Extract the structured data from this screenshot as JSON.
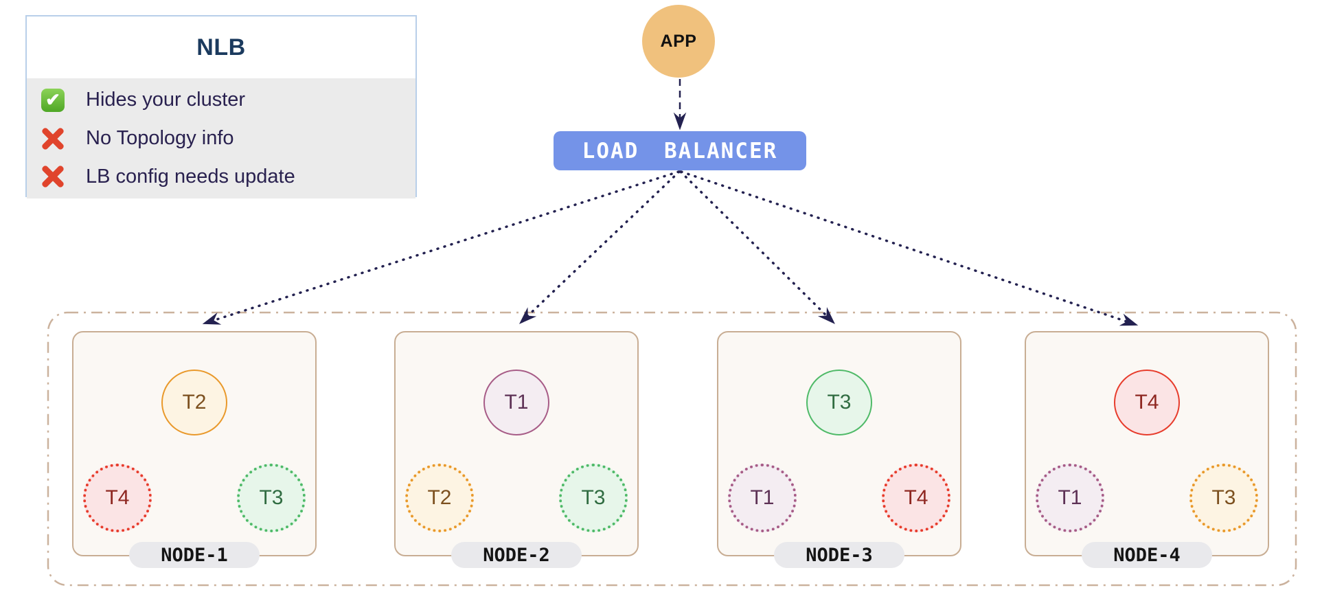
{
  "legend": {
    "title": "NLB",
    "items": [
      {
        "icon": "check-icon",
        "text": "Hides your cluster"
      },
      {
        "icon": "cross-icon",
        "text": "No Topology info"
      },
      {
        "icon": "cross-icon",
        "text": "LB config needs update"
      }
    ]
  },
  "app": {
    "label": "APP"
  },
  "load_balancer": {
    "label": "LOAD BALANCER"
  },
  "cluster": {
    "nodes": [
      {
        "name": "NODE-1",
        "top": {
          "label": "T2",
          "color": "orange",
          "style": "solid"
        },
        "left": {
          "label": "T4",
          "color": "red",
          "style": "dotted"
        },
        "right": {
          "label": "T3",
          "color": "green",
          "style": "dotted"
        }
      },
      {
        "name": "NODE-2",
        "top": {
          "label": "T1",
          "color": "plum",
          "style": "solid"
        },
        "left": {
          "label": "T2",
          "color": "orange",
          "style": "dotted"
        },
        "right": {
          "label": "T3",
          "color": "green",
          "style": "dotted"
        }
      },
      {
        "name": "NODE-3",
        "top": {
          "label": "T3",
          "color": "green",
          "style": "solid"
        },
        "left": {
          "label": "T1",
          "color": "plum",
          "style": "dotted"
        },
        "right": {
          "label": "T4",
          "color": "red",
          "style": "dotted"
        }
      },
      {
        "name": "NODE-4",
        "top": {
          "label": "T4",
          "color": "red",
          "style": "solid"
        },
        "left": {
          "label": "T1",
          "color": "plum",
          "style": "dotted"
        },
        "right": {
          "label": "T3",
          "color": "orange",
          "style": "dotted"
        }
      }
    ]
  },
  "palette": {
    "arrow_navy": "#232150",
    "lb_blue": "#7493E8",
    "app_orange": "#F0C17D",
    "legend_border_blue": "#B8CFE9",
    "legend_title_blue": "#1B3A5E",
    "legend_text": "#29214F",
    "legend_row_bg": "#EBEBEB",
    "check_green": "#4FA726",
    "cross_red": "#E0442C",
    "cluster_border": "#CBB29D",
    "node_border": "#C8AD93",
    "node_fill": "#FBF8F4",
    "node_pill_bg": "#E9E9EC",
    "task_orange": {
      "border": "#E9992B",
      "fill": "#FDF4E3",
      "text": "#7C501F"
    },
    "task_green": {
      "border": "#4FBA68",
      "fill": "#E7F6EA",
      "text": "#306C41"
    },
    "task_red": {
      "border": "#E73C2C",
      "fill": "#FBE4E5",
      "text": "#8E2721"
    },
    "task_plum": {
      "border": "#A75C87",
      "fill": "#F4EDF2",
      "text": "#5D3155"
    }
  }
}
